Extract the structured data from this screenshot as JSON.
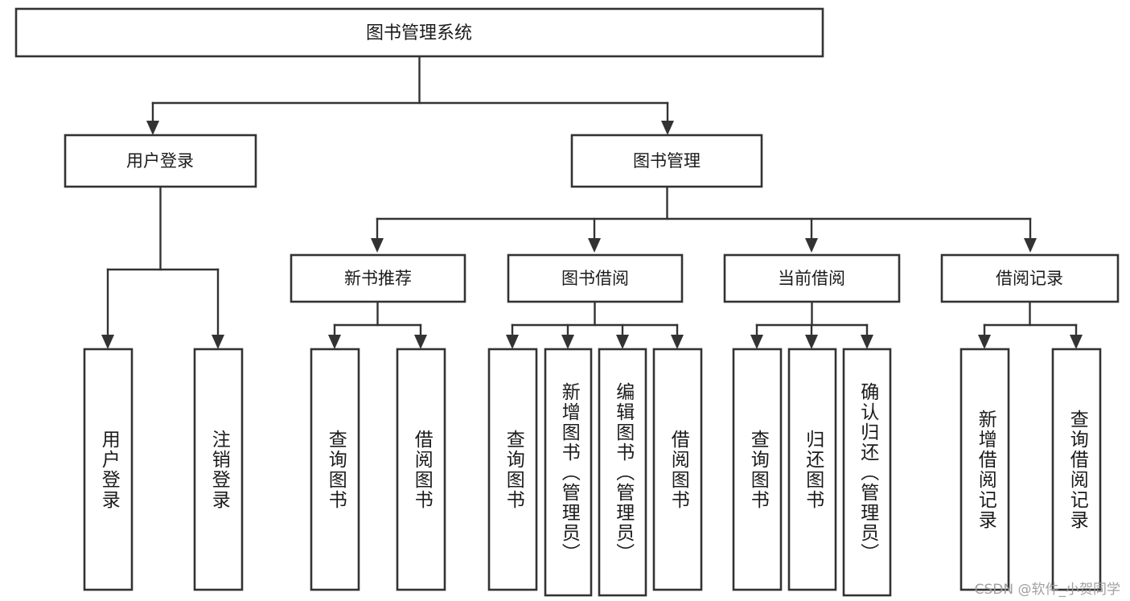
{
  "diagram": {
    "type": "tree-hierarchy",
    "title": "图书管理系统",
    "orientation": "top-down",
    "colors": {
      "box_stroke": "#333333",
      "box_fill": "#ffffff",
      "line": "#333333",
      "text": "#1b1b1b",
      "watermark": "#9b9b9b",
      "background": "#ffffff"
    },
    "root": {
      "id": "root",
      "label": "图书管理系统",
      "orientation": "horizontal"
    },
    "level2": [
      {
        "id": "user-login",
        "label": "用户登录",
        "orientation": "horizontal"
      },
      {
        "id": "book-manage",
        "label": "图书管理",
        "orientation": "horizontal"
      }
    ],
    "level3": [
      {
        "id": "new-book-rec",
        "label": "新书推荐",
        "orientation": "horizontal",
        "parent": "book-manage"
      },
      {
        "id": "book-borrow",
        "label": "图书借阅",
        "orientation": "horizontal",
        "parent": "book-manage"
      },
      {
        "id": "current-borrow",
        "label": "当前借阅",
        "orientation": "horizontal",
        "parent": "book-manage"
      },
      {
        "id": "borrow-record",
        "label": "借阅记录",
        "orientation": "horizontal",
        "parent": "book-manage"
      }
    ],
    "leaves": [
      {
        "id": "leaf-user-login",
        "label": "用户登录",
        "parent": "user-login",
        "orientation": "vertical"
      },
      {
        "id": "leaf-user-logout",
        "label": "注销登录",
        "parent": "user-login",
        "orientation": "vertical"
      },
      {
        "id": "leaf-rec-query",
        "label": "查询图书",
        "parent": "new-book-rec",
        "orientation": "vertical"
      },
      {
        "id": "leaf-rec-borrow",
        "label": "借阅图书",
        "parent": "new-book-rec",
        "orientation": "vertical"
      },
      {
        "id": "leaf-borrow-query",
        "label": "查询图书",
        "parent": "book-borrow",
        "orientation": "vertical"
      },
      {
        "id": "leaf-borrow-add",
        "label": "新增图书（管理员）",
        "parent": "book-borrow",
        "orientation": "vertical"
      },
      {
        "id": "leaf-borrow-edit",
        "label": "编辑图书（管理员）",
        "parent": "book-borrow",
        "orientation": "vertical"
      },
      {
        "id": "leaf-borrow-do",
        "label": "借阅图书",
        "parent": "book-borrow",
        "orientation": "vertical"
      },
      {
        "id": "leaf-cur-query",
        "label": "查询图书",
        "parent": "current-borrow",
        "orientation": "vertical"
      },
      {
        "id": "leaf-cur-return",
        "label": "归还图书",
        "parent": "current-borrow",
        "orientation": "vertical"
      },
      {
        "id": "leaf-cur-confirm",
        "label": "确认归还（管理员）",
        "parent": "current-borrow",
        "orientation": "vertical"
      },
      {
        "id": "leaf-rec-add",
        "label": "新增借阅记录",
        "parent": "borrow-record",
        "orientation": "vertical"
      },
      {
        "id": "leaf-rec-search",
        "label": "查询借阅记录",
        "parent": "borrow-record",
        "orientation": "vertical"
      }
    ],
    "watermark": "CSDN @软件_小贺同学"
  }
}
